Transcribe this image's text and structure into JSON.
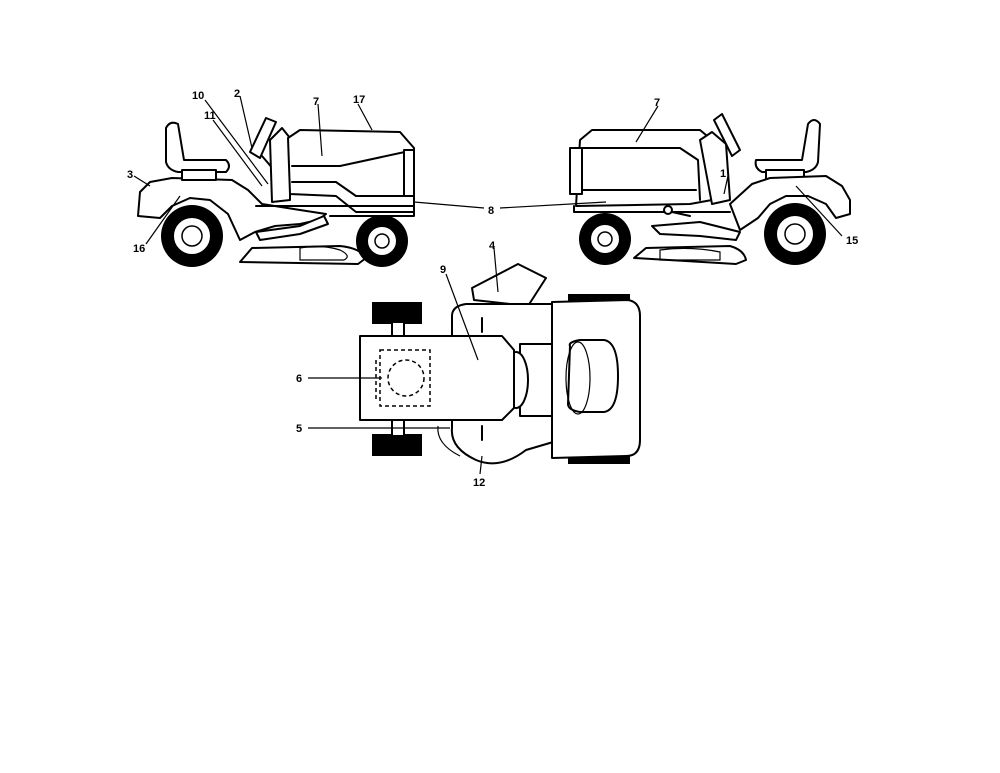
{
  "callouts": {
    "c1": "1",
    "c2": "2",
    "c3": "3",
    "c4": "4",
    "c5": "5",
    "c6": "6",
    "c7_left": "7",
    "c7_right": "7",
    "c8": "8",
    "c9": "9",
    "c10": "10",
    "c11": "11",
    "c12": "12",
    "c15": "15",
    "c16": "16",
    "c17": "17"
  }
}
